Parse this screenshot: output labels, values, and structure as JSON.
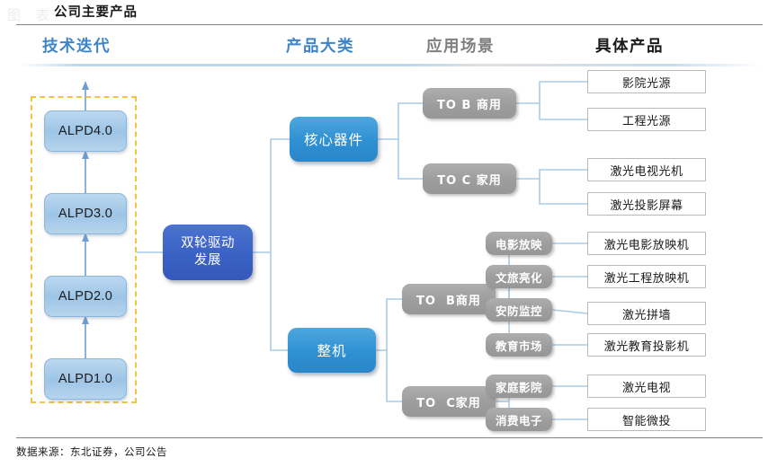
{
  "figure": {
    "title": "公司主要产品",
    "watermark": "图  表",
    "source": "数据来源：东北证券，公司公告"
  },
  "colors": {
    "header_blue": "#3f85c6",
    "header_gray": "#7f7f7f",
    "header_dark": "#1a1a1a",
    "dashed_yellow": "#f5c242",
    "core_dark_blue": "#3a61c4",
    "category_blue": "#2f90d2",
    "gray_node": "#9d9d9d",
    "connector_blue": "#a9cbe8"
  },
  "columns": [
    {
      "label": "技术迭代",
      "style": "blue"
    },
    {
      "label": "产品大类",
      "style": "blue"
    },
    {
      "label": "应用场景",
      "style": "gray"
    },
    {
      "label": "具体产品",
      "style": "dark"
    }
  ],
  "tech_iteration": {
    "group_highlight": "dashed-yellow",
    "items": [
      {
        "label": "ALPD4.0"
      },
      {
        "label": "ALPD3.0"
      },
      {
        "label": "ALPD2.0"
      },
      {
        "label": "ALPD1.0"
      }
    ]
  },
  "core_node": {
    "label": "双轮驱动\n发展"
  },
  "categories": [
    {
      "label": "核心器件"
    },
    {
      "label": "整机"
    }
  ],
  "channels": {
    "core_device": [
      {
        "label": "TO B 商用"
      },
      {
        "label": "TO C 家用"
      }
    ],
    "whole_machine": [
      {
        "label": "TO  B商用"
      },
      {
        "label": "TO  C家用"
      }
    ]
  },
  "scenarios": [
    {
      "label": "电影放映"
    },
    {
      "label": "文旅亮化"
    },
    {
      "label": "安防监控"
    },
    {
      "label": "教育市场"
    },
    {
      "label": "家庭影院"
    },
    {
      "label": "消费电子"
    }
  ],
  "products": [
    {
      "label": "影院光源"
    },
    {
      "label": "工程光源"
    },
    {
      "label": "激光电视光机"
    },
    {
      "label": "激光投影屏幕"
    },
    {
      "label": "激光电影放映机"
    },
    {
      "label": "激光工程放映机"
    },
    {
      "label": "激光拼墙"
    },
    {
      "label": "激光教育投影机"
    },
    {
      "label": "激光电视"
    },
    {
      "label": "智能微投"
    }
  ]
}
